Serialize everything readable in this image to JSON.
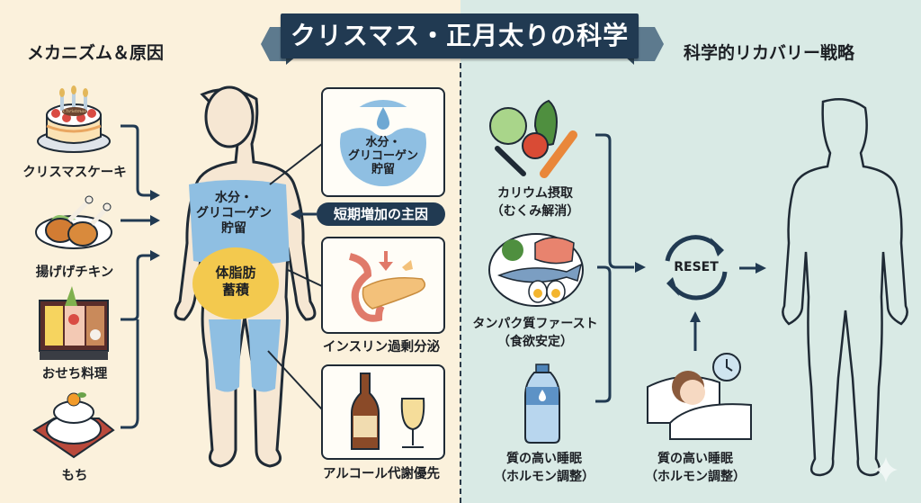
{
  "title": "クリスマス・正月太りの科学",
  "left_section": {
    "heading": "メカニズム＆原因",
    "foods": [
      {
        "label": "クリスマスケーキ",
        "icon": "cake-icon",
        "cake_plate_text": "Christmas"
      },
      {
        "label": "揚げげチキン",
        "icon": "fried-chicken-icon"
      },
      {
        "label": "おせち料理",
        "icon": "osechi-box-icon"
      },
      {
        "label": "もち",
        "icon": "kagami-mochi-icon"
      }
    ],
    "body": {
      "upper_label_line1": "水分・",
      "upper_label_line2": "グリコーゲン",
      "upper_label_line3": "貯留",
      "fat_label_line1": "体脂肪",
      "fat_label_line2": "蓄積"
    },
    "panels": [
      {
        "icon": "water-drop-icon",
        "line1": "水分・",
        "line2": "グリコーゲン",
        "line3": "貯留"
      },
      {
        "icon": "pancreas-icon",
        "label": "インスリン過剰分泌"
      },
      {
        "icon": "beer-wine-icon",
        "label": "アルコール代謝優先"
      }
    ],
    "main_cause_pill": "短期増加の主因"
  },
  "right_section": {
    "heading": "科学的リカバリー戦略",
    "strategies": [
      {
        "icon": "vegetables-icon",
        "line1": "カリウム摂取",
        "line2": "（むくみ解消）"
      },
      {
        "icon": "protein-plate-icon",
        "line1": "タンパク質ファースト",
        "line2": "（食欲安定）"
      },
      {
        "icon": "water-bottle-icon",
        "line1": "質の高い睡眠",
        "line2": "（ホルモン調整）"
      }
    ],
    "sleep": {
      "icon": "sleeping-person-icon",
      "line1": "質の高い睡眠",
      "line2": "（ホルモン調整）"
    },
    "reset_label": "RESET"
  },
  "colors": {
    "left_bg": "#fbf1dc",
    "right_bg": "#d9eae5",
    "navy": "#213a52",
    "water_blue": "#8fbfe2",
    "fat_yellow": "#f3c94e"
  }
}
